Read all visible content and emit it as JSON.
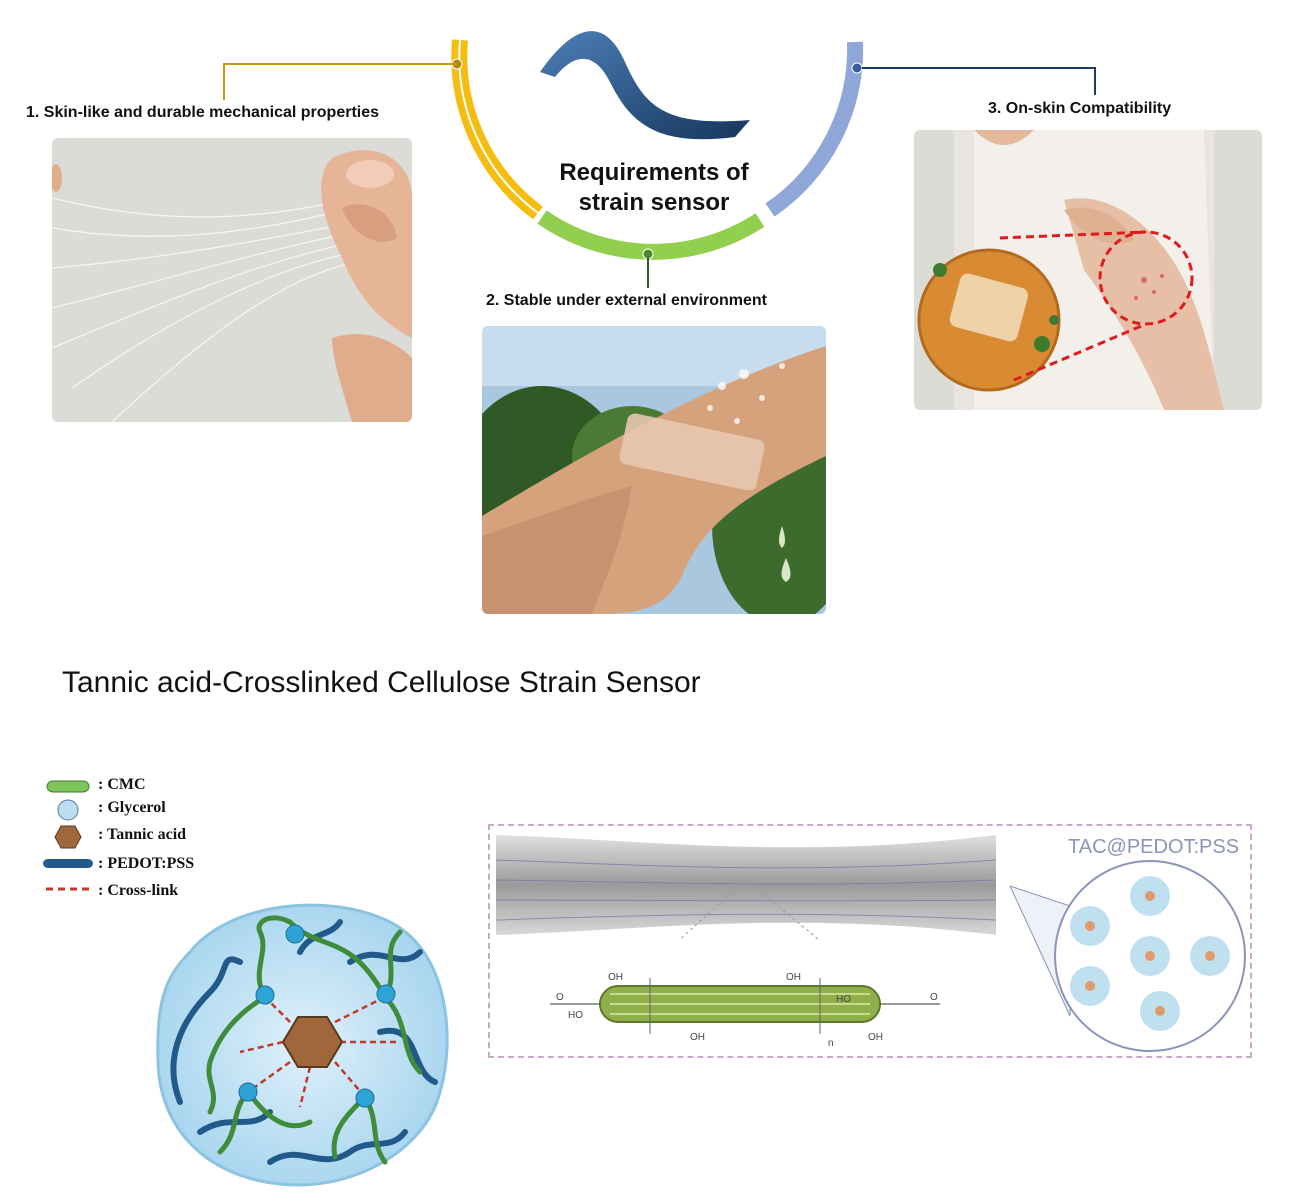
{
  "requirements": {
    "center_title_line1": "Requirements of",
    "center_title_line2": "strain sensor",
    "items": [
      {
        "label": "1. Skin-like and durable mechanical properties",
        "color": "#f5bd0f"
      },
      {
        "label": "2. Stable under external environment",
        "color": "#92cf4f"
      },
      {
        "label": "3. On-skin Compatibility",
        "color": "#8fa7d8"
      }
    ]
  },
  "section_title": "Tannic acid-Crosslinked Cellulose Strain Sensor",
  "legend": [
    {
      "label": ": CMC",
      "icon": "cmc-pill-icon",
      "color": "#7dc75a"
    },
    {
      "label": ": Glycerol",
      "icon": "glycerol-circle-icon",
      "color": "#bcdcf0"
    },
    {
      "label": ": Tannic acid",
      "icon": "tannic-hexagon-icon",
      "color": "#a0673a"
    },
    {
      "label": ": PEDOT:PSS",
      "icon": "pedot-pill-icon",
      "color": "#215a8a"
    },
    {
      "label": ": Cross-link",
      "icon": "crosslink-dash-icon",
      "color": "#c0392b"
    }
  ],
  "schematic": {
    "tac_label": "TAC@PEDOT:PSS",
    "chem_labels": [
      "OH",
      "HO",
      "OH",
      "OH",
      "OH",
      "HO",
      "O",
      "O",
      "n"
    ]
  }
}
